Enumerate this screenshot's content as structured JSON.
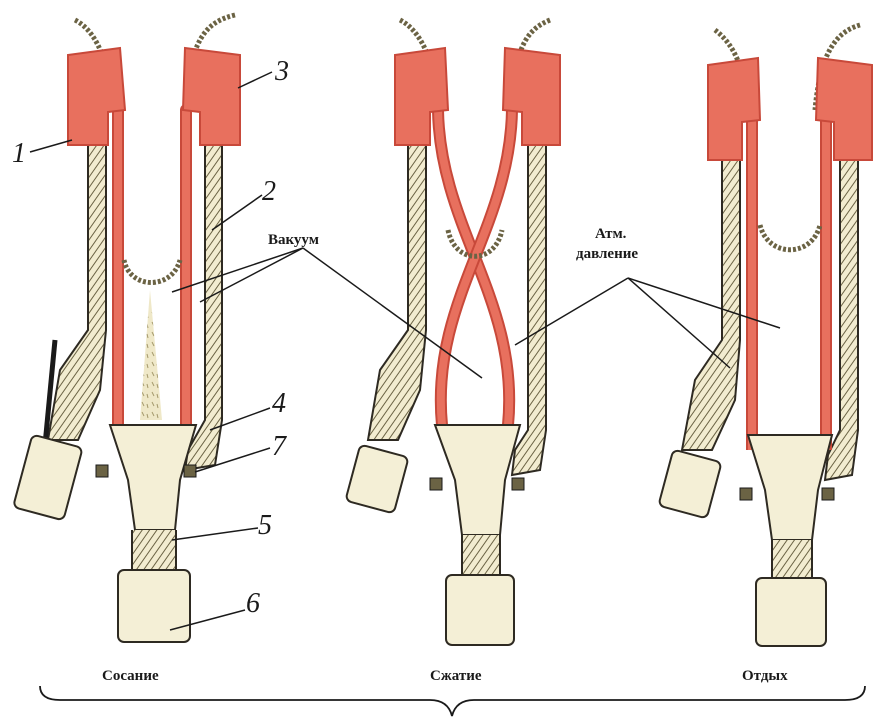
{
  "labels": {
    "n1": "1",
    "n2": "2",
    "n3": "3",
    "n4": "4",
    "n5": "5",
    "n6": "6",
    "n7": "7",
    "vacuum": "Вакуум",
    "atm_line1": "Атм.",
    "atm_line2": "давление"
  },
  "phases": [
    "Сосание",
    "Сжатие",
    "Отдых"
  ],
  "colors": {
    "rubber": "#e8705e",
    "rubber_dark": "#c8493a",
    "wall_fill": "#f2ecd0",
    "hatch": "#6b6344",
    "outline": "#2e2a22",
    "milk": "#e9e2bd",
    "teat_fill": "#f4efd6"
  }
}
